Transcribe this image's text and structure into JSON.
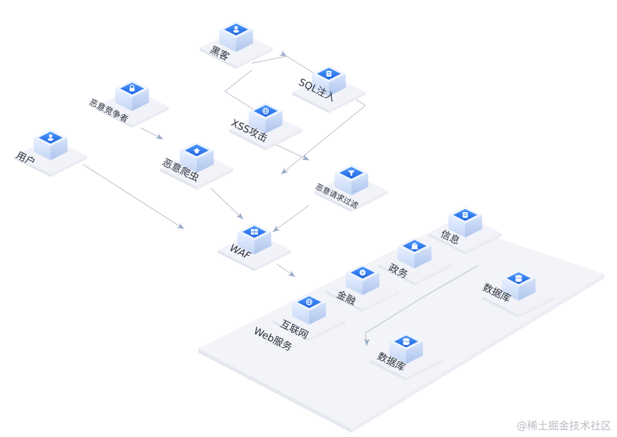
{
  "nodes": {
    "hacker": "黑客",
    "sql_injection": "SQL注入",
    "xss_attack": "XSS攻击",
    "malicious_competitor": "恶意竞争者",
    "malicious_crawler": "恶意爬虫",
    "user": "用户",
    "malicious_request_filter": "恶意请求过滤",
    "waf": "WAF",
    "info": "信息",
    "government": "政务",
    "finance": "金融",
    "internet": "互联网",
    "database_top": "数据库",
    "database_bottom": "数据库"
  },
  "zone_label": "Web服务",
  "watermark": "@稀土掘金技术社区",
  "colors": {
    "icon_face": "#2d7cf2",
    "icon_side": "#c9dcf7",
    "platform": "#f1f3f9",
    "edge": "#b7bdc9",
    "arrow": "#97a9c6"
  }
}
